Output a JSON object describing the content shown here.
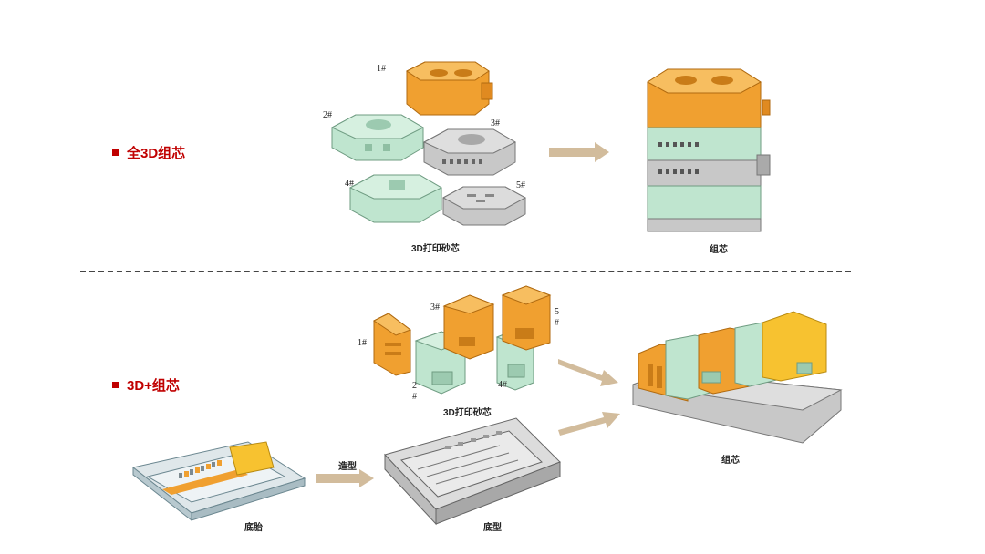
{
  "sections": [
    {
      "title": "全3D组芯"
    },
    {
      "title": "3D+组芯"
    }
  ],
  "top": {
    "parts_caption": "3D打印砂芯",
    "assembly_caption": "组芯",
    "part_numbers": [
      "1#",
      "2#",
      "3#",
      "4#",
      "5#"
    ]
  },
  "bottom": {
    "parts_caption": "3D打印砂芯",
    "assembly_caption": "组芯",
    "part_numbers": [
      "1#",
      "2",
      "#",
      "3#",
      "4#",
      "5",
      "#"
    ],
    "base_pattern_caption": "底胎",
    "base_mold_caption": "底型",
    "process_label": "造型"
  },
  "colors": {
    "orange": "#f0a030",
    "green": "#bfe5cf",
    "gray": "#c8c8c8",
    "arrow": "#d2bc9c",
    "accent": "#c00000"
  }
}
